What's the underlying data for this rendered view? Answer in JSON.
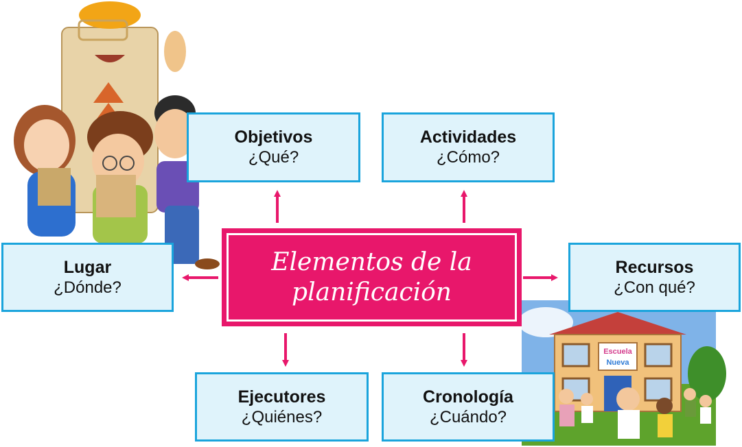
{
  "center": {
    "title": "Elementos de la planificación"
  },
  "elements": {
    "objetivos": {
      "title": "Objetivos",
      "question": "¿Qué?"
    },
    "actividades": {
      "title": "Actividades",
      "question": "¿Cómo?"
    },
    "lugar": {
      "title": "Lugar",
      "question": "¿Dónde?"
    },
    "recursos": {
      "title": "Recursos",
      "question": "¿Con qué?"
    },
    "ejecutores": {
      "title": "Ejecutores",
      "question": "¿Quiénes?"
    },
    "cronologia": {
      "title": "Cronología",
      "question": "¿Cuándo?"
    }
  },
  "school_sign": {
    "line1": "Escuela",
    "line2": "Nueva"
  },
  "colors": {
    "accent": "#e8176b",
    "box_fill": "#dff3fb",
    "box_border": "#1aa4dc"
  }
}
